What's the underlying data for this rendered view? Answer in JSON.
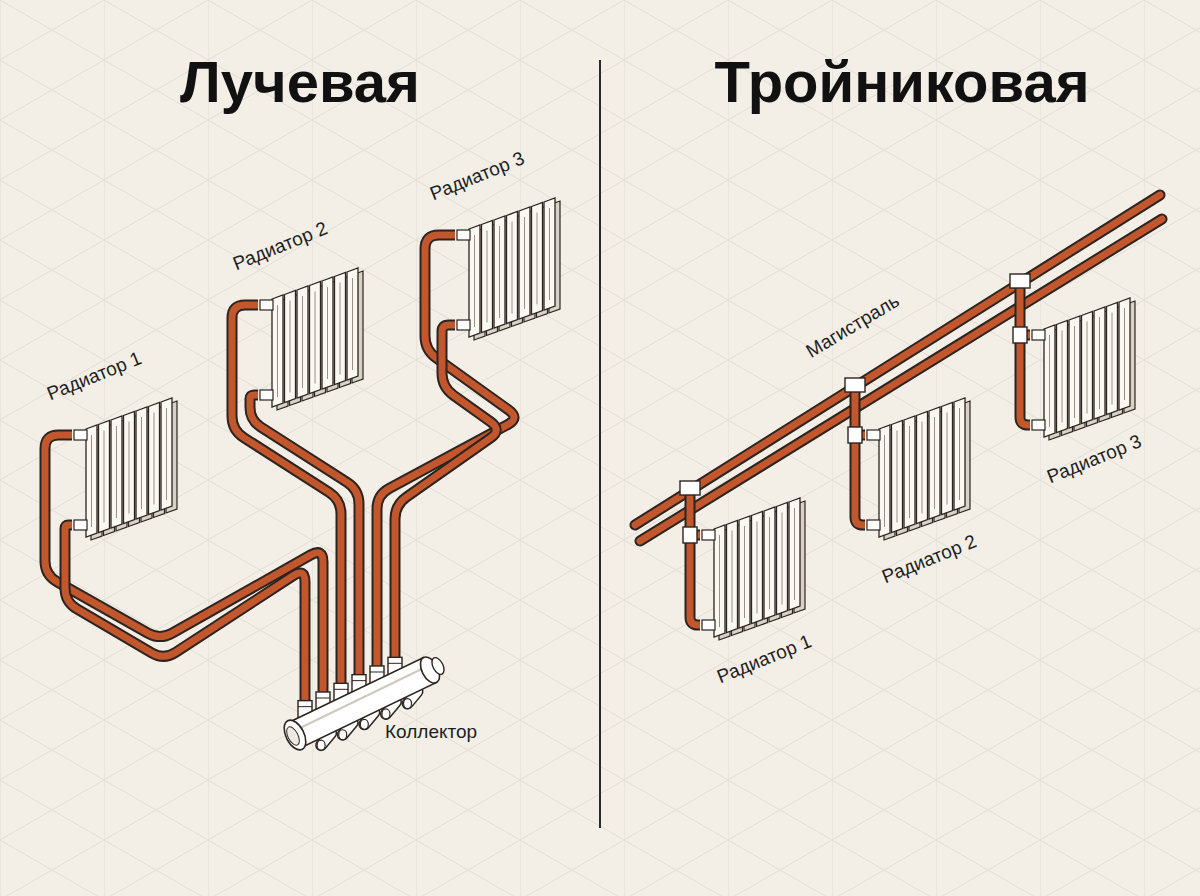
{
  "diagram": {
    "nodes": [
      {
        "text": [
          "Радиатор 1"
        ]
      },
      {
        "text": [
          "Радиатор 2"
        ]
      },
      {
        "text": [
          "Радиатор 3"
        ]
      },
      {
        "text": [
          "Коллектор"
        ]
      },
      {
        "text": [
          "Радиатор 1"
        ]
      },
      {
        "text": [
          "Радиатор 2"
        ]
      },
      {
        "text": [
          "Радиатор 3"
        ]
      }
    ],
    "edges": [
      {
        "from": 3,
        "to": 0,
        "arrow": "none"
      },
      {
        "from": 3,
        "to": 0,
        "arrow": "none"
      },
      {
        "from": 3,
        "to": 1,
        "arrow": "none"
      },
      {
        "from": 3,
        "to": 1,
        "arrow": "none"
      },
      {
        "from": 3,
        "to": 2,
        "arrow": "none"
      },
      {
        "from": 3,
        "to": 2,
        "arrow": "none"
      }
    ],
    "labels": [
      "Лучевая",
      "Тройниковая",
      "Магистраль"
    ]
  }
}
